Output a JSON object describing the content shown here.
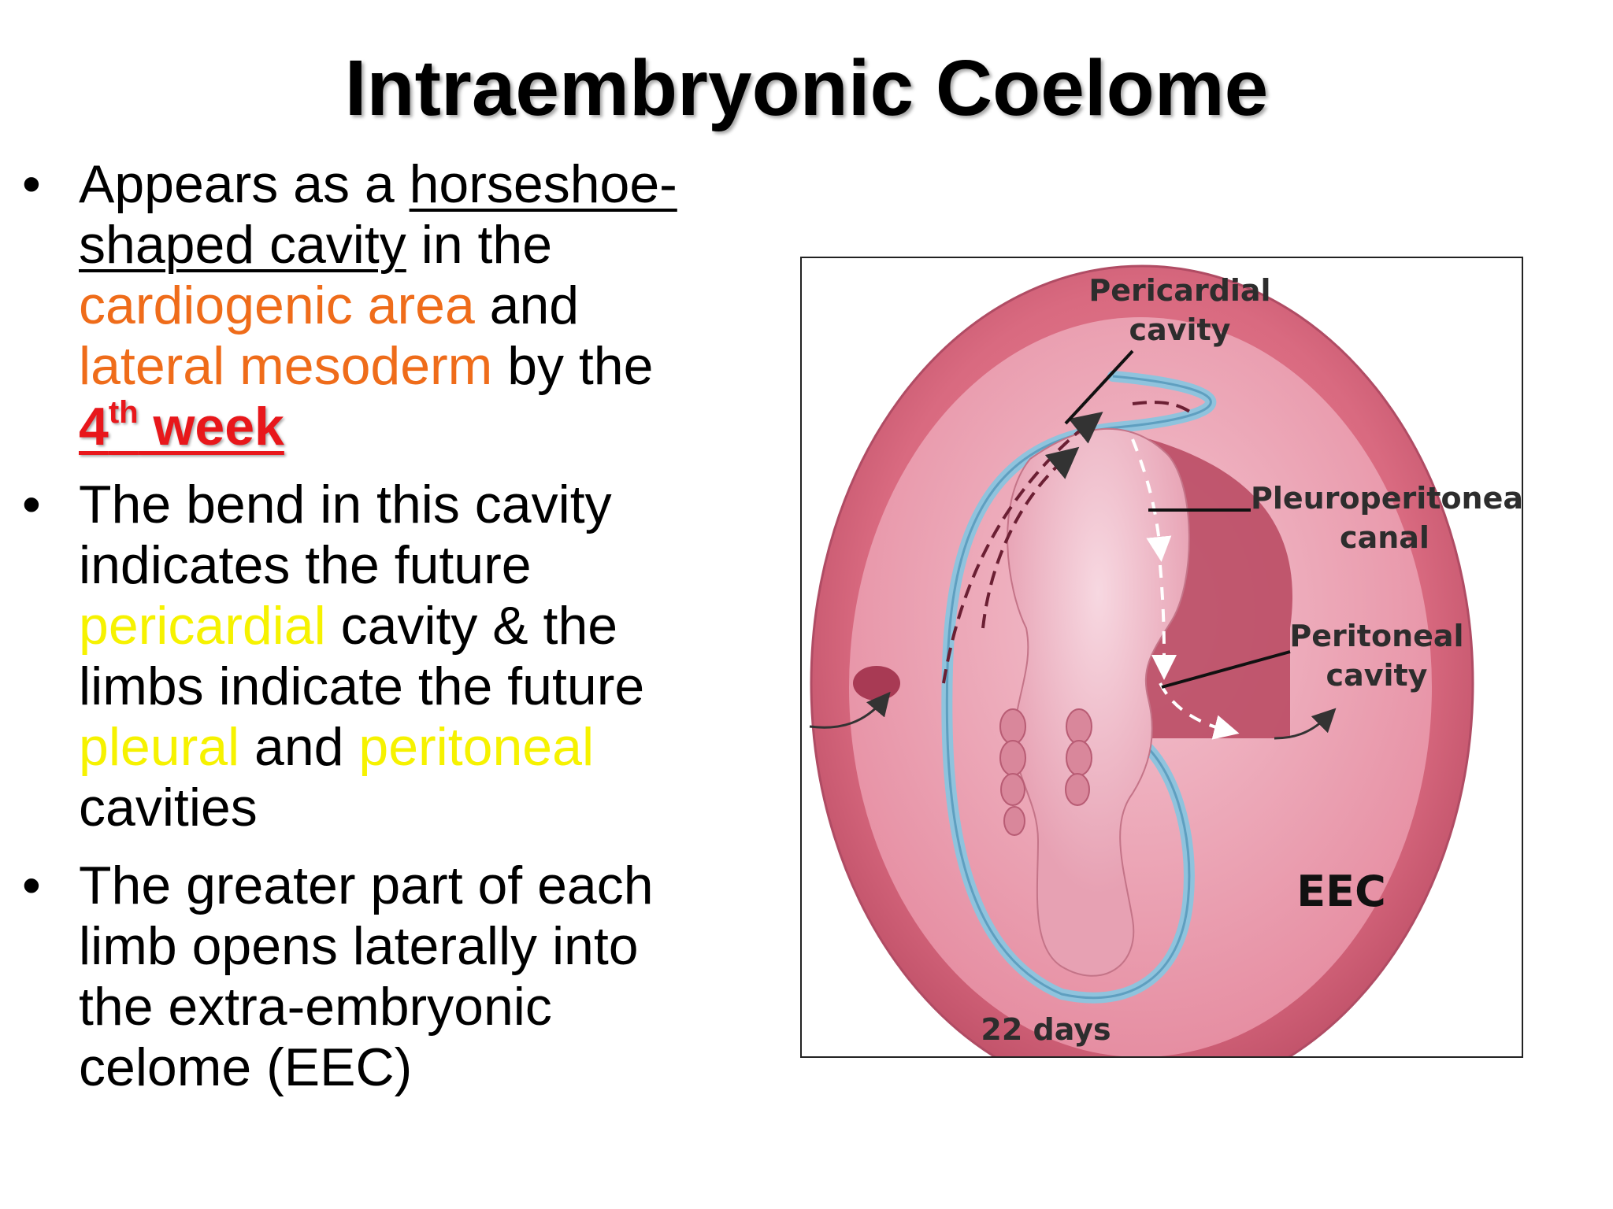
{
  "title": "Intraembryonic Coelome",
  "bullets": [
    {
      "p1": "Appears as a ",
      "u1": "horseshoe-shaped cavity",
      "p2": " in the ",
      "o1": "cardiogenic area",
      "p3": " and ",
      "o2": "lateral mesoderm",
      "p4": " by the ",
      "week_num": "4",
      "week_sup": "th",
      "week_word": " week"
    },
    {
      "p1": "The bend in this cavity indicates the future ",
      "y1": "pericardial",
      "p2": " cavity &  the limbs indicate the future ",
      "y2": "pleural",
      "p3": " and ",
      "y3": "peritoneal",
      "p4": " cavities"
    },
    {
      "p1": "The greater part of each limb opens laterally into the extra-embryonic celome (EEC)"
    }
  ],
  "figure": {
    "labels": {
      "pericardial": "Pericardial\ncavity",
      "pleuroperitoneal": "Pleuroperitoneal\ncanal",
      "peritoneal": "Peritoneal\ncavity",
      "eec": "EEC",
      "age": "22 days"
    }
  },
  "colors": {
    "orange": "#ef6c1a",
    "yellow": "#f6f200",
    "red": "#e8171b",
    "embryo_pink": "#d96a80",
    "coelom_blue": "#8fc3dd"
  }
}
